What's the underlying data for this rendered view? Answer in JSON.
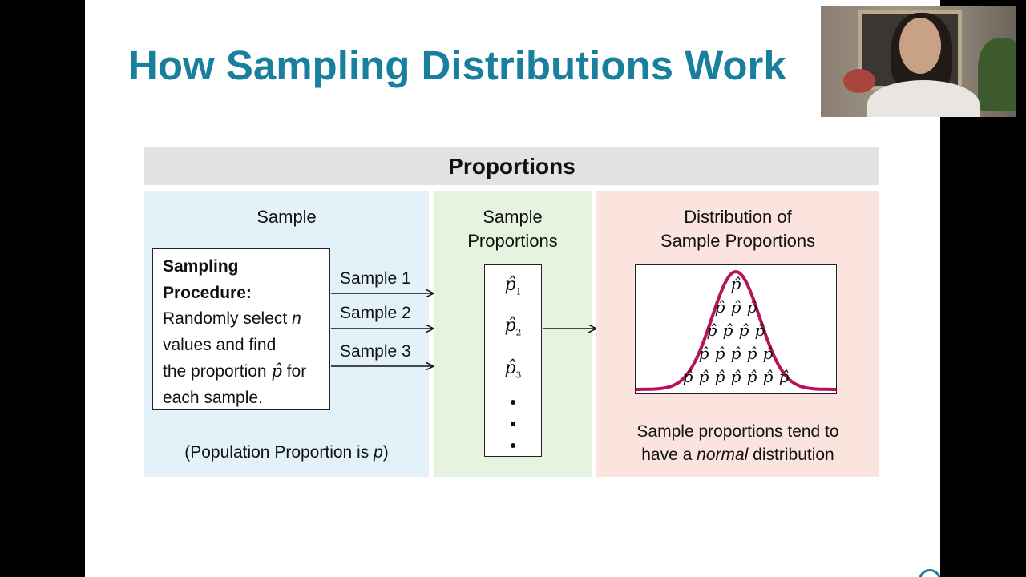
{
  "slide": {
    "title": "How Sampling Distributions Work"
  },
  "diagram": {
    "header": "Proportions",
    "sample_panel": {
      "heading": "Sample",
      "procedure_title": "Sampling Procedure:",
      "procedure_line1_pre": "Randomly select ",
      "procedure_var_n": "n",
      "procedure_line2": "values and find",
      "procedure_line3_pre": "the proportion ",
      "procedure_var_phat": "p̂",
      "procedure_line3_post": " for",
      "procedure_line4": "each sample.",
      "samples": [
        "Sample 1",
        "Sample 2",
        "Sample 3"
      ],
      "population_pre": "(Population Proportion is ",
      "population_var": "p",
      "population_post": ")"
    },
    "proportions_panel": {
      "heading": "Sample\nProportions",
      "symbol": "p̂",
      "subscripts": [
        "1",
        "2",
        "3"
      ]
    },
    "distribution_panel": {
      "heading": "Distribution of\nSample Proportions",
      "symbol": "p̂",
      "stack_counts": [
        1,
        3,
        4,
        5,
        7
      ],
      "note_line1": "Sample proportions tend to",
      "note_line2_pre": "have a ",
      "note_line2_em": "normal",
      "note_line2_post": " distribution"
    }
  },
  "colors": {
    "title": "#187f9e",
    "header_bg": "#e2e2e2",
    "sample_bg": "#e2f2f8",
    "proportions_bg": "#e5f3df",
    "distribution_bg": "#fbe4de",
    "curve": "#b5135a"
  }
}
